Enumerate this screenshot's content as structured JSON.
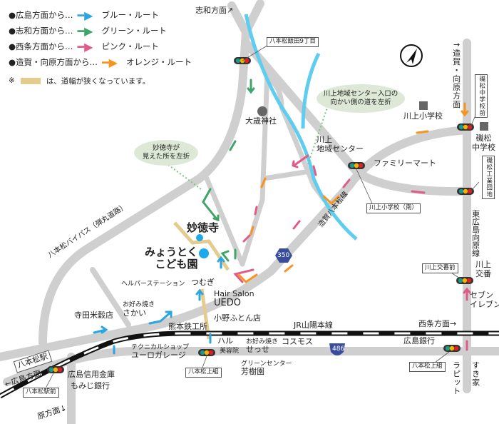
{
  "legend": {
    "items": [
      {
        "origin": "●広島方面から…",
        "route": "ブルー・ルート",
        "color": "#2aa6e0"
      },
      {
        "origin": "●志和方面から…",
        "route": "グリーン・ルート",
        "color": "#3fa46a"
      },
      {
        "origin": "●西条方面から…",
        "route": "ピンク・ルート",
        "color": "#e05a8a"
      },
      {
        "origin": "●造賀・向原方面から…",
        "route": "オレンジ・ルート",
        "color": "#f7941d"
      }
    ],
    "note_mark": "※",
    "note": "は、道幅が狭くなっています。",
    "narrow_road_color": "#e4cc8e"
  },
  "colors": {
    "road": "#cfcfcf",
    "river": "#5fcdf0",
    "callout": "#dde9d6",
    "route_badge": "#3a4d9a"
  },
  "directions": {
    "shiwa": "志和方面↗",
    "zouka": "↑造賀・向原方面",
    "saijo": "西条方面→",
    "hiroshima": "←広島方面",
    "hara": "原方面↓"
  },
  "roads": {
    "bypass": "八本松バイパス（弾丸道路）",
    "zouka_line": "造賀八本松線",
    "higashi_line": "東広島向原線",
    "railway": "JR山陽本線",
    "route350": "350",
    "route486": "486"
  },
  "signals": {
    "iida": "八本松飯田9丁目",
    "kawakami_es": "川上小学校（南）",
    "isomatsu_jhs": "磯松中学校前",
    "isomatsu_ind": "磯松工業団地",
    "koban": "川上交番前",
    "kamigumi1": "八本松上組",
    "kamigumi2": "八本松上組",
    "station_mae": "八本松駅前"
  },
  "callouts": {
    "myotokuji": "妙徳寺が\n見えた所を左折",
    "center": "川上地域センター入口の\n向かい側の道を左折"
  },
  "places": {
    "otoshi": "大歳神社",
    "center": "川上\n地域センター",
    "familymart": "ファミリーマート",
    "kawakami_es": "川上小学校",
    "isomatsu_jhs": "磯松\n中学校",
    "koban": "川上\n交番",
    "seven": "セブン\nイレブン",
    "hirogin": "広島銀行",
    "rabbit": "ラピット",
    "sukiya": "すき家",
    "cosmos": "コスモス",
    "sesse_sub": "お好み焼き",
    "sesse": "せっせ",
    "hoju_sub": "グリーンセンター",
    "hoju": "芳樹園",
    "haru": "ハル",
    "haru_sub": "美容院",
    "kumamoto": "熊本鉄工所",
    "ono": "小野ふとん店",
    "uedo_sub": "Hair Salon",
    "uedo": "UEDO",
    "tsumugi_sub": "ヘルパーステーション",
    "tsumugi": "つむぎ",
    "school": "みょうとく\nこども園",
    "temple": "妙徳寺",
    "sakai_sub": "お好み焼き",
    "sakai": "さかい",
    "terada": "寺田米穀店",
    "euro_sub": "テクニカルショップ",
    "euro": "ユーロガレージ",
    "station": "八本松駅",
    "shinkin": "広島信用金庫",
    "momiji": "もみじ銀行"
  }
}
